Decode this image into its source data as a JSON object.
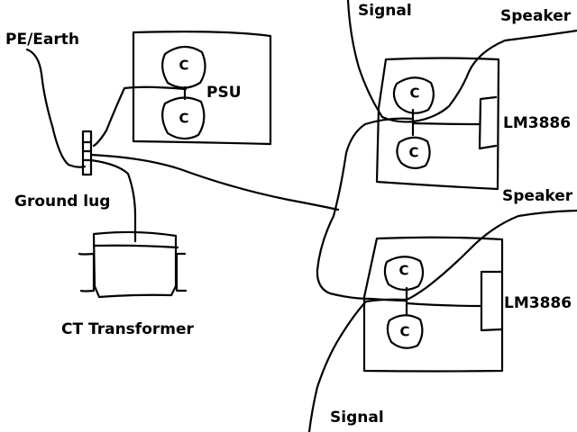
{
  "labels": {
    "pe_earth": "PE/Earth",
    "psu": "PSU",
    "ground_lug": "Ground lug",
    "ct_transformer": "CT Transformer",
    "signal_top": "Signal",
    "speaker_top": "Speaker",
    "lm3886_top": "LM3886",
    "speaker_bottom": "Speaker",
    "lm3886_bottom": "LM3886",
    "signal_bottom": "Signal"
  },
  "capacitor_label": "C",
  "colors": {
    "ink": "#000000",
    "background": "#ffffff"
  }
}
